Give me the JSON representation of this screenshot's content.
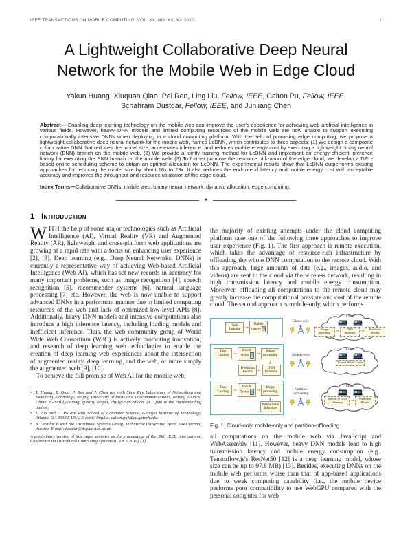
{
  "header": {
    "journal": "IEEE TRANSACTIONS ON MOBILE COMPUTING, VOL. XX, NO. XX, XX 2020",
    "page_number": "1"
  },
  "title": "A Lightweight Collaborative Deep Neural Network for the Mobile Web in Edge Cloud",
  "authors": {
    "segments": [
      {
        "t": "Yakun Huang, Xiuquan Qiao, Pei Ren, Ling Liu, ",
        "i": false
      },
      {
        "t": "Fellow, IEEE",
        "i": true
      },
      {
        "t": ", Calton Pu, ",
        "i": false
      },
      {
        "t": "Fellow, IEEE",
        "i": true
      },
      {
        "t": ",",
        "i": false
      }
    ],
    "segments2": [
      {
        "t": "Schahram Dustdar, ",
        "i": false
      },
      {
        "t": "Fellow, IEEE",
        "i": true
      },
      {
        "t": ", and Junliang Chen",
        "i": false
      }
    ]
  },
  "abstract": {
    "label": "Abstract—",
    "text": " Enabling deep learning technology on the mobile web can improve the user's experience for achieving web artificial intelligence in various fields. However, heavy DNN models and limited computing resources of the mobile web are now unable to support executing computationally intensive DNNs when deploying in a cloud computing platform. With the help of promising edge computing, we propose a lightweight collaborative deep neural network for the mobile web, named LcDNN, which contributes to three aspects: (1) We design a composite collaborative DNN that reduces the model size, accelerates inference, and reduces mobile energy cost by executing a lightweight binary neural network (BNN) branch on the mobile web. (2) We provide a jointly training method for LcDNN and implement an energy-efficient inference library for executing the BNN branch on the mobile web. (3) To further promote the resource utilization of the edge cloud, we develop a DRL-based online scheduling scheme to obtain an optimal allocation for LcDNN. The experimental results show that LcDNN outperforms existing approaches for reducing the model size by about 16x to 29x. It also reduces the end-to-end latency and mobile energy cost with acceptable accuracy and improves the throughput and resource utilization of the edge cloud."
  },
  "keywords": {
    "label": "Index Terms—",
    "text": "Collaborative DNNs, mobile web, binary neural network, dynamic allocation, edge computing."
  },
  "divider_glyph": "✦",
  "section1": {
    "number": "1",
    "title": "Introduction"
  },
  "body": {
    "left": {
      "dropcap": "W",
      "p1": "ITH the help of some major technologies such as Artificial Intelligence (AI), Virtual Reality (VR) and Augmented Reality (AR), lightweight and cross-platform web applications are growing at a rapid rate with a focus on enhancing user experience [2], [3]. Deep learning (e.g., Deep Neural Networks, DNNs) is currently a representative way of achieving Web-based Artificial Intelligence (Web AI), which has set new records in accuracy for many important problems, such as image recognition [4], speech recognition [5], recommender systems [6], natural language processing [7] etc. However, the web is now unable to support advanced DNNs in a performant manner due to limited computing resources of the web and lack of optimized low-level APIs [8]. Additionally, heavy DNN models and intensive computations also introduce a high inference latency, including loading models and inefficient inference. Thus, the web community group of World Wide Web Consortium (W3C) is actively promoting innovation, and research of deep learning web technologies to enable the creation of deep learning web experiences about the intersection of augmented reality, deep learning, and the web, or more simply the augmented web [9], [10].",
      "p2": "To achieve the full promise of Web AI for the mobile web,"
    },
    "right": {
      "p1": "the majority of existing attempts under the cloud computing platform take one of the following three approaches to improve user experience (Fig. 1). The first approach is remote execution, which takes the advantage of resource-rich infrastructure by offloading the whole DNN computation to the remote cloud. With this approach, large amounts of data (e.g., images, audio, and videos) are sent to the cloud via the wireless network, resulting in high transmission latency and mobile energy consumption. Moreover, offloading all computations to the remote cloud may greatly increase the computational pressure and cost of the remote cloud. The second approach is mobile-only, which performs",
      "p2": "all computations on the mobile web via JavaScript and WebAssembly [11]. However, heavy DNN models lead to high transmission latency and mobile energy consumption (e.g., Tensorflow.js's ResNet50 [12] is a deep learning model, whose size can be up to 97.8 MB) [13]. Besides, executing DNNs on the mobile web performs worse than that of app-based applications due to weak computing capability (i.e., the mobile device performs poor compatibility to use WebGPU compared with the personal computer for web"
    }
  },
  "footnotes": {
    "items": [
      "Y. Huang, X. Qiao, P. Ren and J. Chen are with State Key Laboratory of Networking and Switching Technology, Beijing University of Posts and Telecommunications, Beijing 100876, China. E-mail:{ykhuang, qiaoxq, renpei, chjl}@bupt.edu.cn. (X. Qiao is the corresponding author.)",
      "L. Liu and C. Pu are with School of Computer Science, Georgia Institute of Technology, Atlanta, GA 30332, USA. E-mail:{ling.liu, calton.pu}@cc.gatech.edu.",
      "S. Dustdar is with the Distributed Systems Group, Technische Universität Wien, 1040 Vienna, Austria. E-mail:dustdar@dsg.tuwien.ac.at."
    ],
    "note": "A preliminary version of this paper appears as the proceedings of the 39th IEEE International Conference on Distributed Computing Systems (ICDCS 2019) [1]."
  },
  "figure1": {
    "caption": "Fig. 1. Cloud-only, mobile-only and partition-offloading.",
    "row1": {
      "mode": "Cloud-only",
      "left": [
        "Task Loading",
        "Mobile Device"
      ],
      "cloud_title": "Cloud",
      "cloud_boxes": [
        "Image processing",
        "DNN Inference",
        "Prediction Results"
      ]
    },
    "row2": {
      "mode": "Mobile-only",
      "left_top": [
        "Task Loading",
        "Mobile Device",
        "Image processing"
      ],
      "left_bottom": [
        "Prediction Results",
        "DNN Inference"
      ],
      "cloud_title": "Cloud",
      "cloud_boxes": [
        "Trained Model/ Cache"
      ]
    },
    "row3": {
      "mode": "Partition-offloading",
      "left_top": [
        "Task Loading",
        "Mobile Device",
        "Image processing"
      ],
      "left_bottom": [
        "Partial DNN Inference"
      ],
      "cloud_title": "Cloud",
      "cloud_boxes": [
        "The rest of DNN Inference",
        "Prediction Results"
      ]
    },
    "colors": {
      "panel_border": "#6fb0b4",
      "box_fill": "#fdf7dc",
      "arrow": "#a88f00",
      "antenna": "#4a7fd4",
      "antenna_tip": "#e03020",
      "bolt": "#ffd400"
    }
  }
}
